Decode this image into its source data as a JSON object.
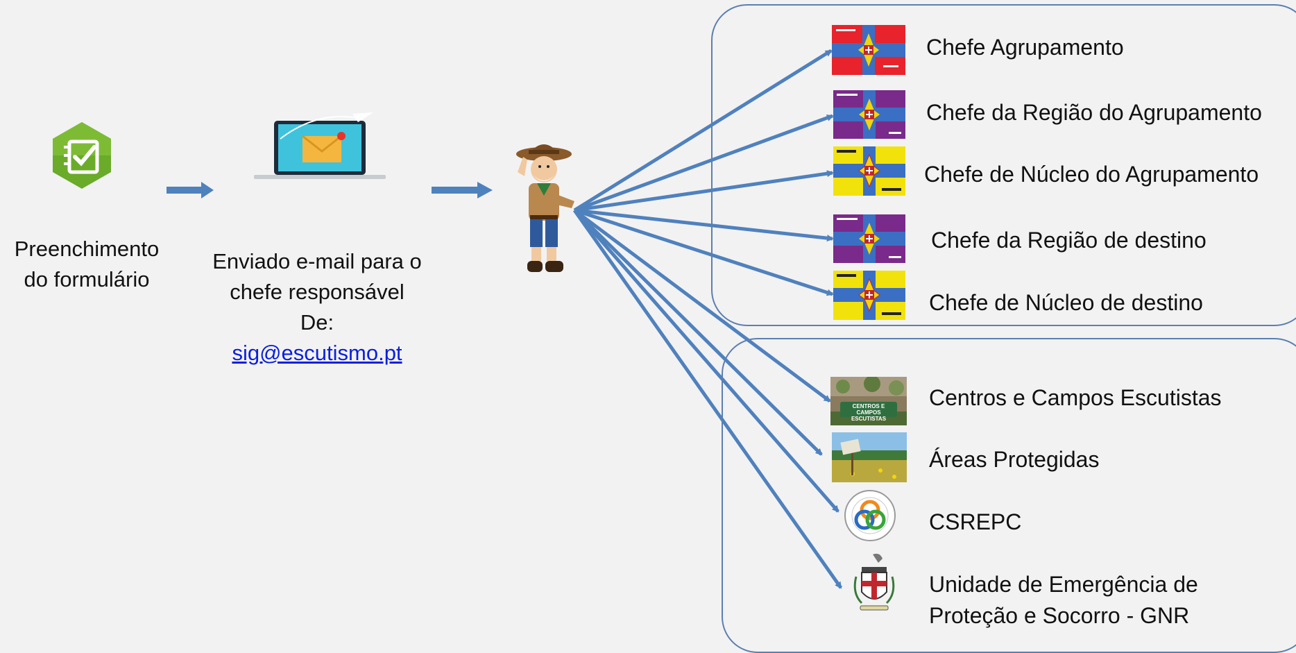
{
  "stages": {
    "form_label": "Preenchimento do formulário",
    "email_label_line1": "Enviado e-mail para o",
    "email_label_line2": "chefe responsável",
    "email_label_line3": "De:",
    "email_address": "sig@escutismo.pt"
  },
  "groups": {
    "scout_leaders": [
      {
        "label": "Chefe Agrupamento",
        "flag": "red"
      },
      {
        "label": "Chefe da Região do Agrupamento",
        "flag": "purple"
      },
      {
        "label": "Chefe de Núcleo do Agrupamento",
        "flag": "yellow"
      },
      {
        "label": "Chefe da Região de destino",
        "flag": "purple"
      },
      {
        "label": "Chefe de Núcleo de destino",
        "flag": "yellow"
      }
    ],
    "external_entities": [
      {
        "label": "Centros e Campos Escutistas",
        "icon": "camp-photo",
        "sign_text": "CENTROS E CAMPOS ESCUTISTAS"
      },
      {
        "label": "Áreas Protegidas",
        "icon": "protected-area-photo"
      },
      {
        "label": "CSREPC",
        "icon": "civil-protection-seal"
      },
      {
        "label_line1": "Unidade de Emergência de",
        "label_line2": "Proteção e Socorro - GNR",
        "icon": "gnr-crest"
      }
    ]
  },
  "colors": {
    "arrow": "#4f81bd",
    "box_border": "#5b7fb0",
    "background": "#f2f2f2",
    "flag_blue": "#3a6fc4",
    "flag_red": "#e8232b",
    "flag_purple": "#7a2a8a",
    "flag_yellow": "#f2e20c",
    "link": "#0b1fe0",
    "form_icon_green": "#6aab2a"
  }
}
